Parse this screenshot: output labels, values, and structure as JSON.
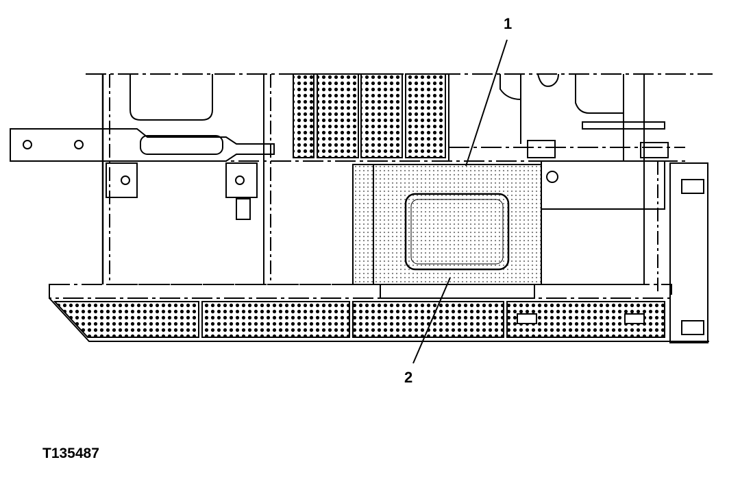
{
  "figure": {
    "id_label": "T135487",
    "callouts": [
      {
        "number": "1",
        "part": "upper-edge"
      },
      {
        "number": "2",
        "part": "lower-edge"
      }
    ]
  },
  "colors": {
    "line": "#000000",
    "background": "#ffffff",
    "grating_dot": "#000000",
    "panel_dot": "#888888"
  }
}
